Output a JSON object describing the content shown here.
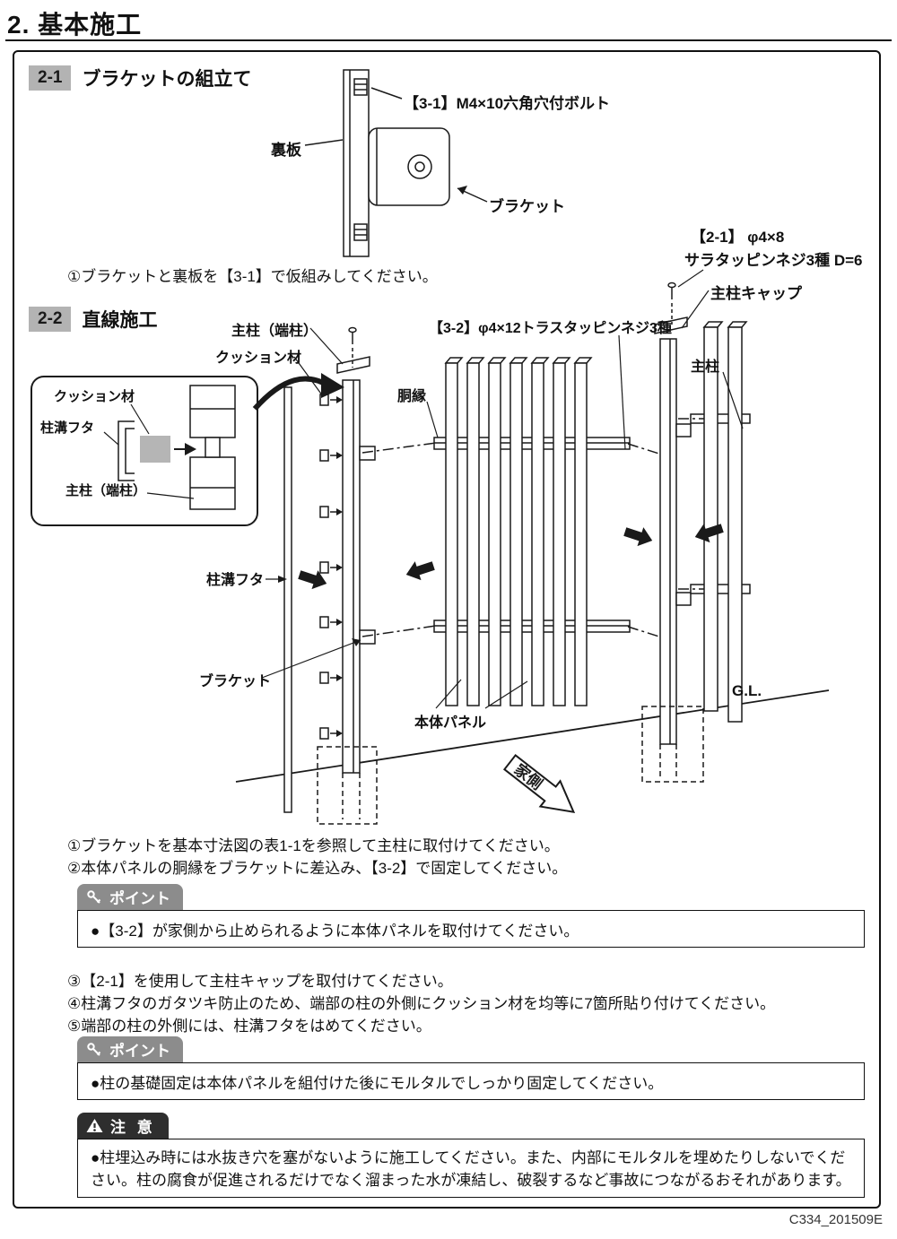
{
  "page": {
    "title": "2. 基本施工",
    "footer_code": "C334_201509E"
  },
  "colors": {
    "badge_bg": "#b3b3b3",
    "point_tab_bg": "#8c8c8c",
    "caution_tab_bg": "#2e2e2e",
    "cushion_gray": "#b5b5b5",
    "line": "#1a1a1a"
  },
  "icons": {
    "point_tab": "key-icon",
    "caution_tab": "warning-triangle-icon"
  },
  "section1": {
    "badge": "2-1",
    "heading": "ブラケットの組立て",
    "labels": {
      "bolt": "【3-1】M4×10六角穴付ボルト",
      "back_plate": "裏板",
      "bracket": "ブラケット"
    },
    "note": "①ブラケットと裏板を【3-1】で仮組みしてください。"
  },
  "section2": {
    "badge": "2-2",
    "heading": "直線施工",
    "labels": {
      "screw_ref_line1": "【2-1】 φ4×8",
      "screw_ref_line2": "サラタッピンネジ3種 D=6",
      "post_cap": "主柱キャップ",
      "end_post": "主柱（端柱）",
      "cushion": "クッション材",
      "truss_screw": "【3-2】φ4×12トラスタッピンネジ3種",
      "rail": "胴縁",
      "main_post": "主柱",
      "groove_cover": "柱溝フタ",
      "bracket": "ブラケット",
      "panel": "本体パネル",
      "ground_line": "G.L.",
      "house_side": "家側"
    },
    "inset": {
      "cushion": "クッション材",
      "groove_cover": "柱溝フタ",
      "end_post": "主柱（端柱）"
    },
    "steps_a": [
      "①ブラケットを基本寸法図の表1-1を参照して主柱に取付けてください。",
      "②本体パネルの胴縁をブラケットに差込み、【3-2】で固定してください。"
    ],
    "point1": {
      "tab": "ポイント",
      "text": "●【3-2】が家側から止められるように本体パネルを取付けてください。"
    },
    "steps_b": [
      "③【2-1】を使用して主柱キャップを取付けてください。",
      "④柱溝フタのガタツキ防止のため、端部の柱の外側にクッション材を均等に7箇所貼り付けてください。",
      "⑤端部の柱の外側には、柱溝フタをはめてください。"
    ],
    "point2": {
      "tab": "ポイント",
      "text": "●柱の基礎固定は本体パネルを組付けた後にモルタルでしっかり固定してください。"
    },
    "caution": {
      "tab": "注 意",
      "lines": [
        "●柱埋込み時には水抜き穴を塞がないように施工してください。また、内部にモルタルを埋めたりしないでくだ",
        "さい。柱の腐食が促進されるだけでなく溜まった水が凍結し、破裂するなど事故につながるおそれがあります。"
      ]
    }
  }
}
